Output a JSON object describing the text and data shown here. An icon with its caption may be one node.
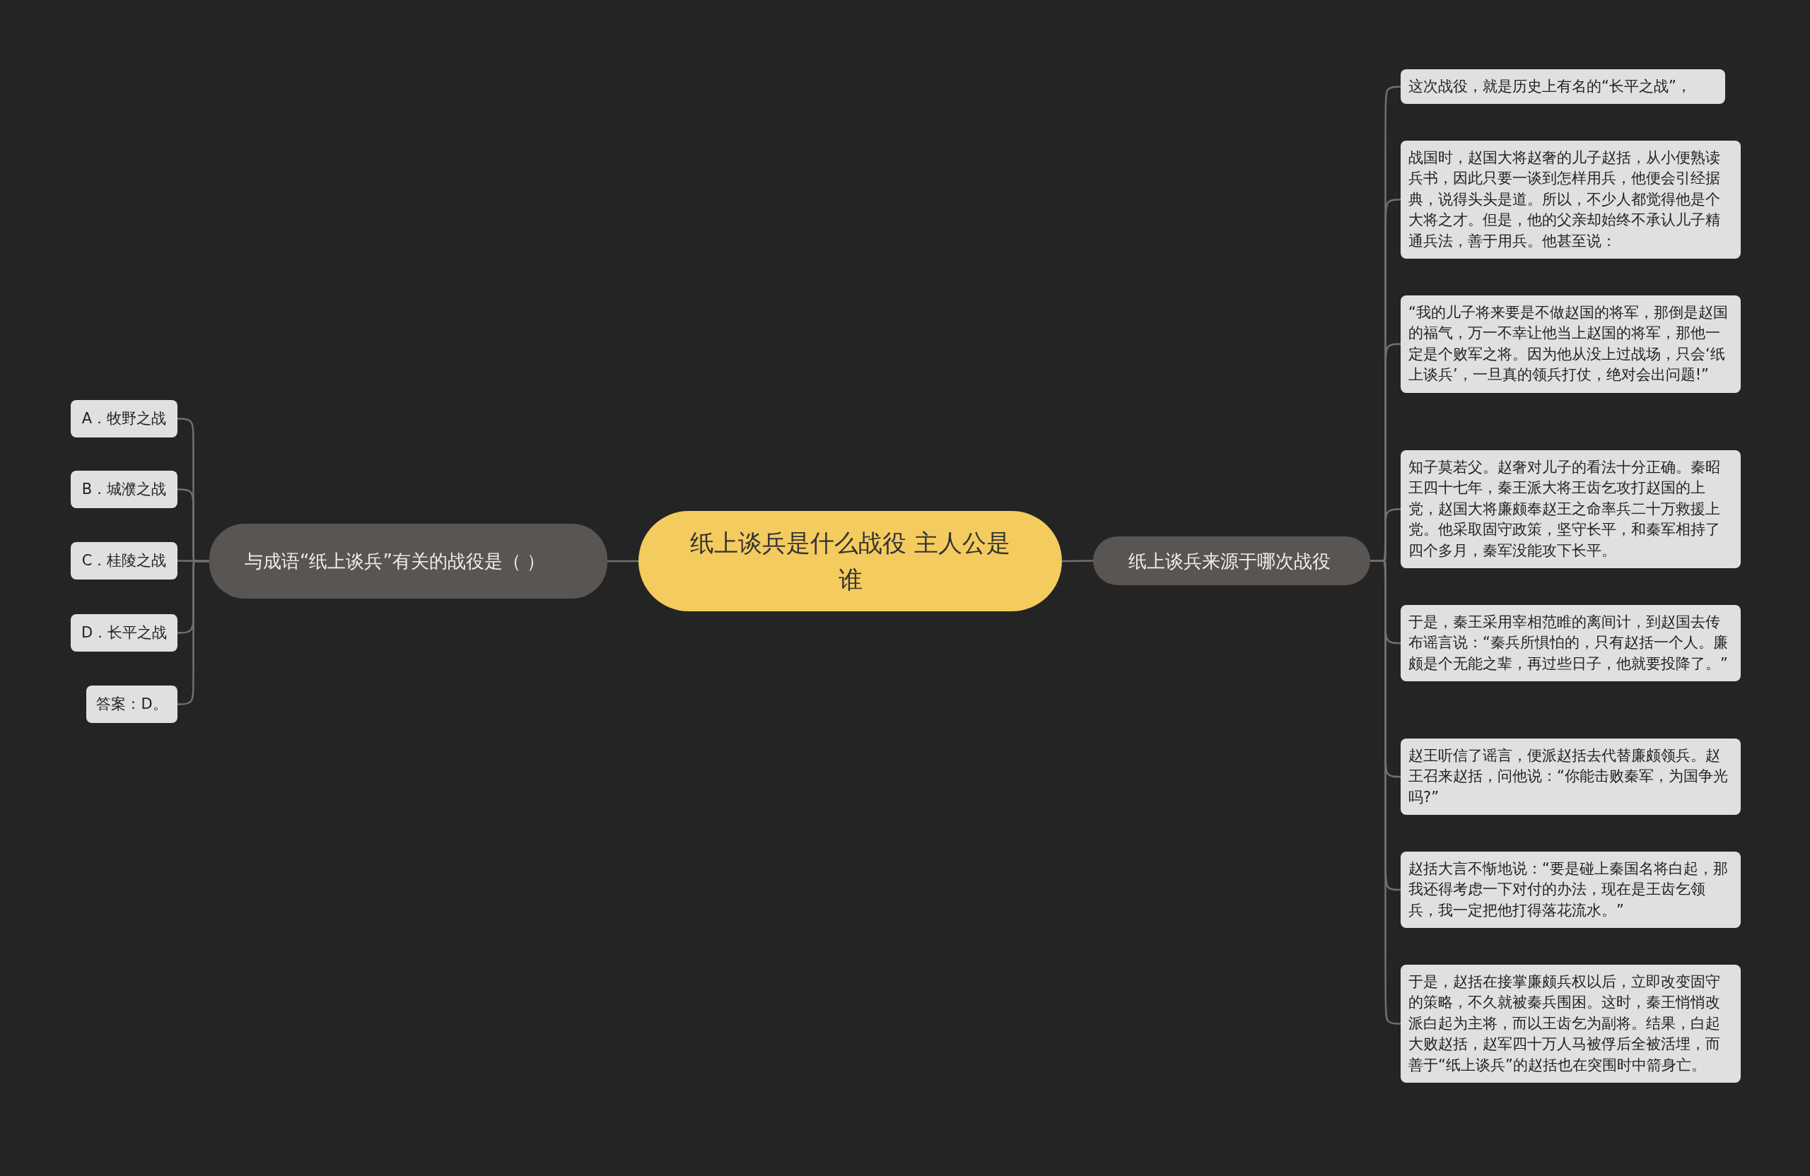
{
  "diagram": {
    "nodes": [
      {
        "text": [
          "纸上谈兵是什么战役 主人公是谁"
        ]
      },
      {
        "text": [
          "与成语“纸上谈兵”有关的战役是（ ）"
        ]
      },
      {
        "text": [
          "A．牧野之战"
        ]
      },
      {
        "text": [
          "B．城濮之战"
        ]
      },
      {
        "text": [
          "C．桂陵之战"
        ]
      },
      {
        "text": [
          "D．长平之战"
        ]
      },
      {
        "text": [
          "答案：D。"
        ]
      },
      {
        "text": [
          "纸上谈兵来源于哪次战役"
        ]
      },
      {
        "text": [
          "这次战役，就是历史上有名的“长平之战”，"
        ]
      },
      {
        "text": [
          "战国时，赵国大将赵奢的儿子赵括，从小便熟读兵书，因此只要一谈到怎样用兵，他便会引经据典，说得头头是道。所以，不少人都觉得他是个大将之才。但是，他的父亲却始终不承认儿子精通兵法，善于用兵。他甚至说："
        ]
      },
      {
        "text": [
          "“我的儿子将来要是不做赵国的将军，那倒是赵国的福气，万一不幸让他当上赵国的将军，那他一定是个败军之将。因为他从没上过战场，只会‘纸上谈兵’，一旦真的领兵打仗，绝对会出问题!”"
        ]
      },
      {
        "text": [
          "知子莫若父。赵奢对儿子的看法十分正确。秦昭王四十七年，秦王派大将王齿乞攻打赵国的上党，赵国大将廉颇奉赵王之命率兵二十万救援上党。他采取固守政策，坚守长平，和秦军相持了四个多月，秦军没能攻下长平。"
        ]
      },
      {
        "text": [
          "于是，秦王采用宰相范睢的离间计，到赵国去传布谣言说：“秦兵所惧怕的，只有赵括一个人。廉颇是个无能之辈，再过些日子，他就要投降了。”"
        ]
      },
      {
        "text": [
          "赵王听信了谣言，便派赵括去代替廉颇领兵。赵王召来赵括，问他说：“你能击败秦军，为国争光吗?”"
        ]
      },
      {
        "text": [
          "赵括大言不惭地说：“要是碰上秦国名将白起，那我还得考虑一下对付的办法，现在是王齿乞领兵，我一定把他打得落花流水。”"
        ]
      },
      {
        "text": [
          "于是，赵括在接掌廉颇兵权以后，立即改变固守的策略，不久就被秦兵围困。这时，秦王悄悄改派白起为主将，而以王齿乞为副将。结果，白起大败赵括，赵军四十万人马被俘后全被活埋，而善于“纸上谈兵”的赵括也在突围时中箭身亡。"
        ]
      }
    ],
    "edges": [
      {
        "from": 0,
        "to": 1,
        "arrow": "none"
      },
      {
        "from": 1,
        "to": 2,
        "arrow": "none"
      },
      {
        "from": 1,
        "to": 3,
        "arrow": "none"
      },
      {
        "from": 1,
        "to": 4,
        "arrow": "none"
      },
      {
        "from": 1,
        "to": 5,
        "arrow": "none"
      },
      {
        "from": 1,
        "to": 6,
        "arrow": "none"
      },
      {
        "from": 0,
        "to": 7,
        "arrow": "none"
      },
      {
        "from": 7,
        "to": 8,
        "arrow": "none"
      },
      {
        "from": 7,
        "to": 9,
        "arrow": "none"
      },
      {
        "from": 7,
        "to": 10,
        "arrow": "none"
      },
      {
        "from": 7,
        "to": 11,
        "arrow": "none"
      },
      {
        "from": 7,
        "to": 12,
        "arrow": "none"
      },
      {
        "from": 7,
        "to": 13,
        "arrow": "none"
      },
      {
        "from": 7,
        "to": 14,
        "arrow": "none"
      },
      {
        "from": 7,
        "to": 15,
        "arrow": "none"
      }
    ]
  }
}
